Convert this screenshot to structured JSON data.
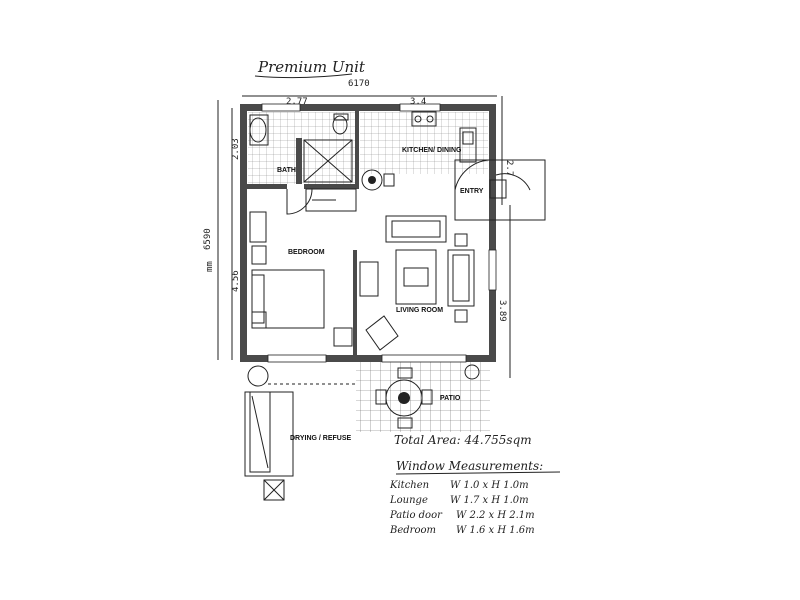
{
  "title": "Premium Unit",
  "dimensions": {
    "overall_width": "6170",
    "overall_depth": "6590",
    "bath_width": "2.77",
    "kitchen_width": "3.4",
    "bath_depth": "2.03",
    "bedroom_depth": "4.56",
    "kitchen_depth": "2.7",
    "living_depth": "3.89",
    "unit_label": "mm"
  },
  "rooms": {
    "bath": "BATH",
    "kitchen": "KITCHEN/ DINING",
    "entry": "ENTRY",
    "bedroom": "BEDROOM",
    "living": "LIVING ROOM",
    "patio": "PATIO",
    "drying": "DRYING / REFUSE"
  },
  "total_area": "Total Area: 44.755sqm",
  "window_heading": "Window Measurements:",
  "windows": [
    {
      "room": "Kitchen",
      "size": "W 1.0 x H 1.0m"
    },
    {
      "room": "Lounge",
      "size": "W 1.7 x H 1.0m"
    },
    {
      "room": "Patio door",
      "size": "W 2.2 x H 2.1m"
    },
    {
      "room": "Bedroom",
      "size": "W 1.6 x H 1.6m"
    }
  ]
}
